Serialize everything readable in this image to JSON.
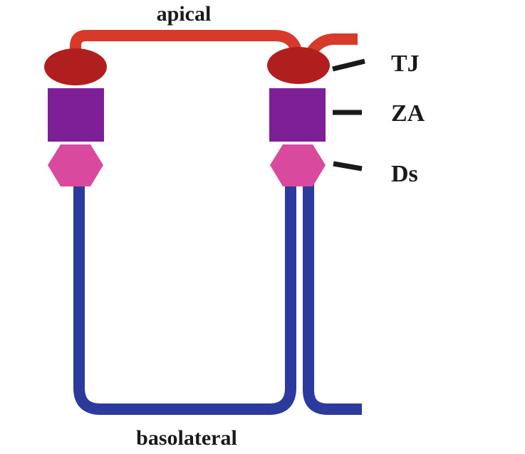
{
  "labels": {
    "apical": "apical",
    "basolateral": "basolateral",
    "tj": "TJ",
    "za": "ZA",
    "ds": "Ds"
  },
  "colors": {
    "apical_membrane": "#d7392a",
    "tight_junction": "#b01e1e",
    "zonula_adherens": "#7d1f97",
    "desmosome": "#d94a9f",
    "basolateral_membrane": "#2b3a9c",
    "pointer": "#1a1a1a",
    "text": "#1a1a1a"
  }
}
